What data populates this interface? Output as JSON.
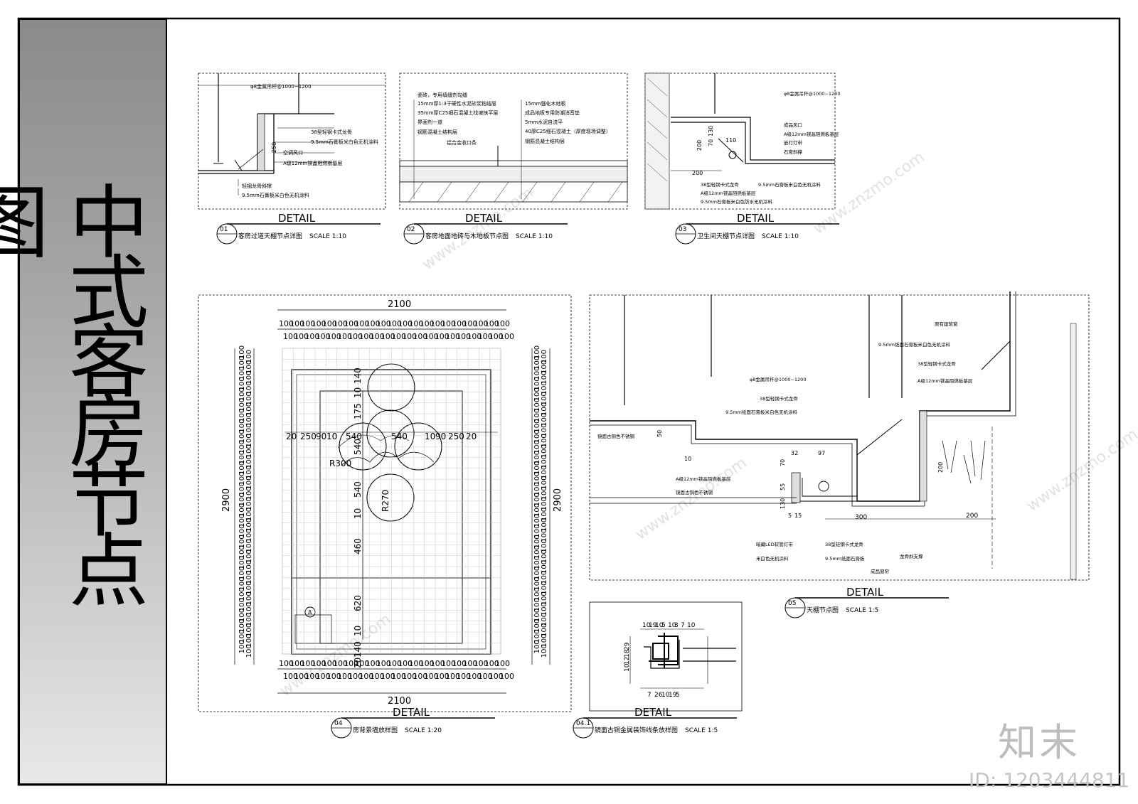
{
  "sheet_title": "中式客房节点图",
  "brand": "知末",
  "id_label": "ID: 1203444811",
  "details": [
    {
      "num": "01",
      "word": "DETAIL",
      "caption": "客房过道天棚节点详图",
      "scale": "SCALE 1:10"
    },
    {
      "num": "02",
      "word": "DETAIL",
      "caption": "客房地面地砖与木地板节点图",
      "scale": "SCALE 1:10"
    },
    {
      "num": "03",
      "word": "DETAIL",
      "caption": "卫生间天棚节点详图",
      "scale": "SCALE 1:10"
    },
    {
      "num": "04",
      "word": "DETAIL",
      "caption": "房背景墙放样图",
      "scale": "SCALE 1:20"
    },
    {
      "num": "04.1",
      "word": "DETAIL",
      "caption": "镜面古铜金属装饰线条放样图",
      "scale": "SCALE 1:5"
    },
    {
      "num": "05",
      "word": "DETAIL",
      "caption": "天棚节点图",
      "scale": "SCALE 1:5"
    }
  ],
  "d01_notes": [
    "φ8金属吊杆@1000~1200",
    "38型轻钢卡式龙骨",
    "9.5mm石膏板米白色无机涂料",
    "空调风口",
    "A级12mm镁晶阻燃板基层",
    "轻钢龙骨斜撑",
    "9.5mm石膏板米白色无机涂料",
    "250"
  ],
  "d02_notes_left": [
    "瓷砖，专用填缝剂勾缝",
    "15mm厚1:3干硬性水泥砂浆粘结层",
    "35mm厚C25细石混凝土找坡抹平层",
    "界面剂一道",
    "钢筋混凝土结构层",
    "铝合金收口条"
  ],
  "d02_notes_right": [
    "15mm强化木地板",
    "成品地板专用防潮消音垫",
    "5mm水泥自流平",
    "40厚C25细石混凝土（厚度现场调整）",
    "钢筋混凝土结构层"
  ],
  "d03_notes": [
    "φ8金属吊杆@1000~1200",
    "成品风口",
    "A级12mm镁晶阻燃板基层",
    "嵌灯灯带",
    "石膏斜撑",
    "9.5mm石膏板米白色无机涂料",
    "38型轻钢卡式龙骨",
    "A级12mm镁晶阻燃板基层",
    "9.5mm石膏板米白色防水无机涂料",
    "110",
    "130",
    "70",
    "200",
    "200"
  ],
  "d04_dims": {
    "width": "2100",
    "height": "2900",
    "module": "100",
    "row1": [
      "20",
      "250",
      "90",
      "10",
      "540",
      "540",
      "10",
      "90",
      "250",
      "20"
    ],
    "col": [
      "140",
      "10",
      "175",
      "540",
      "540",
      "10",
      "460",
      "620",
      "10",
      "140",
      "20"
    ],
    "r_outer": "R300",
    "r_inner": "R270",
    "marker": "A"
  },
  "d041_dims": [
    "10",
    "19",
    "10",
    "5",
    "10",
    "3",
    "7",
    "10",
    "29",
    "18",
    "12",
    "10",
    "7",
    "26",
    "10",
    "19",
    "5"
  ],
  "d05_notes": [
    "原有建筑窗",
    "9.5mm纸面石膏板米白色无机涂料",
    "38型轻钢卡式龙骨",
    "A级12mm镁晶阻燃板基层",
    "φ8金属吊杆@1000~1200",
    "38型轻钢卡式龙骨",
    "9.5mm纸面石膏板米白色无机涂料",
    "镜面古铜色不锈钢",
    "A级12mm镁晶阻燃板基层",
    "镜面古铜色不锈钢",
    "暗藏LED软管灯带",
    "米白色无机涂料",
    "38型轻钢卡式龙骨",
    "9.5mm纸面石膏板",
    "龙骨斜支撑",
    "成品窗帘"
  ],
  "d05_dims": [
    "50",
    "10",
    "32",
    "97",
    "70",
    "55",
    "130",
    "5",
    "15",
    "300",
    "200",
    "200"
  ]
}
